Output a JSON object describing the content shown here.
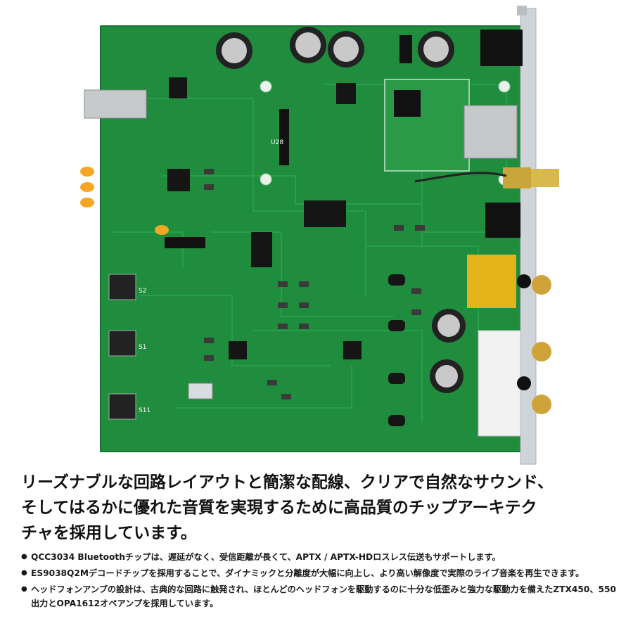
{
  "image": {
    "subject": "pcb-photo",
    "board_color": "#1e8a3c",
    "chassis_color": "#cfd4d8",
    "icon": "circuit-board-icon",
    "silkscreen": [
      "U28",
      "S2",
      "S1",
      "S11"
    ]
  },
  "caption": {
    "headline_lines": [
      "リーズナブルな回路レイアウトと簡潔な配線、クリアで自然なサウンド、",
      "そしてはるかに優れた音質を実現するために高品質のチップアーキテク",
      "チャを採用しています。"
    ],
    "bullet_symbol": "●",
    "bullets": [
      "QCC3034 Bluetoothチップは、遅延がなく、受信距離が長くて、APTX / APTX-HDロスレス伝送もサポートします。",
      "ES9038Q2Mデコードチップを採用することで、ダイナミックと分離度が大幅に向上し、より高い解像度で実際のライブ音楽を再生できます。",
      "ヘッドフォンアンプの設計は、古典的な回路に触発され、ほとんどのヘッドフォンを駆動するのに十分な低歪みと強力な駆動力を備えたZTX450、550出力とOPA1612オペアンプを採用しています。"
    ]
  }
}
